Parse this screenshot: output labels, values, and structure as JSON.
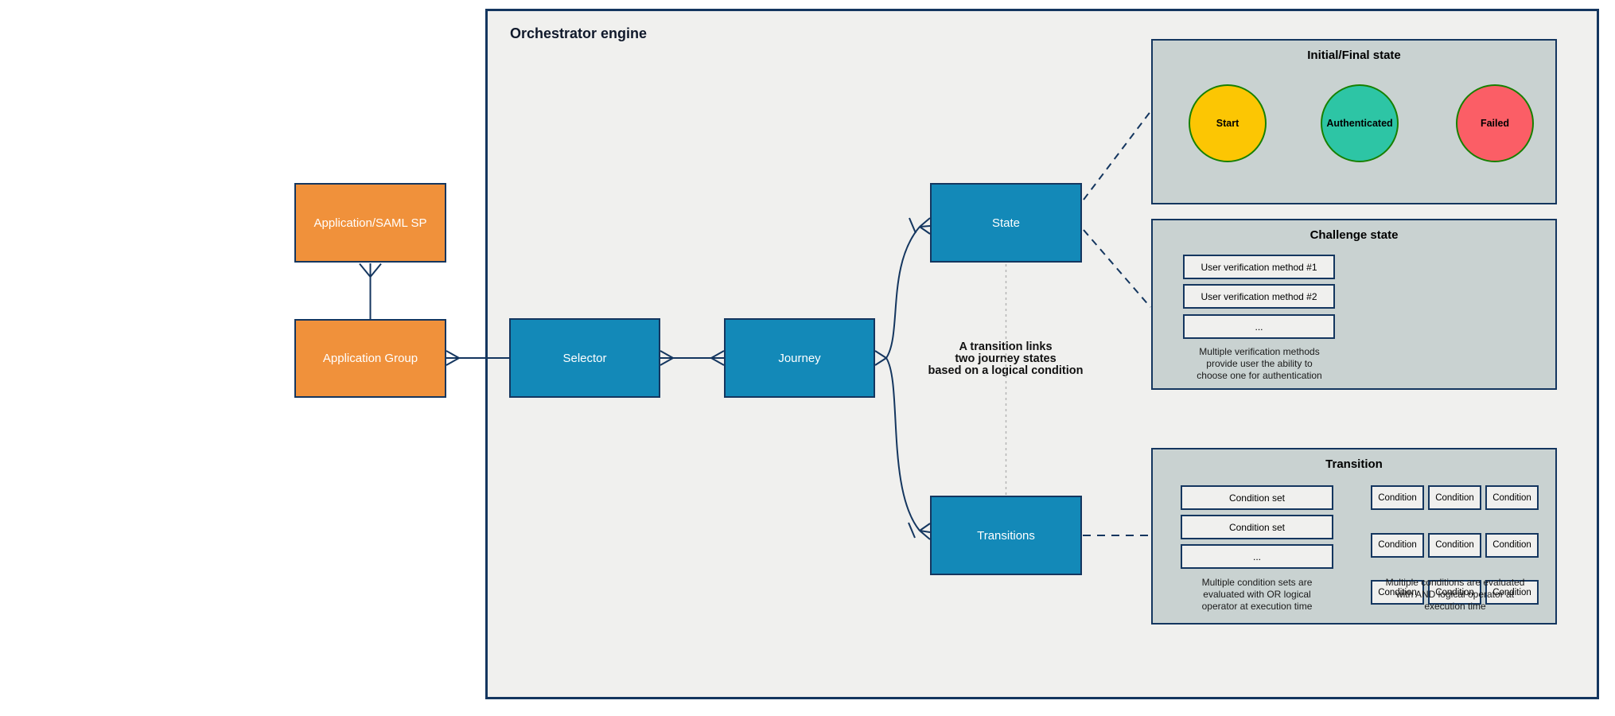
{
  "diagram": {
    "title": "Orchestrator engine",
    "nodes": {
      "app_saml": {
        "label": "Application/SAML SP"
      },
      "app_group": {
        "label": "Application Group"
      },
      "selector": {
        "label": "Selector"
      },
      "journey": {
        "label": "Journey"
      },
      "state": {
        "label": "State"
      },
      "transitions": {
        "label": "Transitions"
      }
    },
    "annotation": [
      "A transition links",
      "two journey states",
      "based on a logical condition"
    ],
    "panels": {
      "initial_final": {
        "title": "Initial/Final state",
        "states": [
          {
            "label": "Start",
            "color": "#fcc603"
          },
          {
            "label": "Authenticated",
            "color": "#2dc5a5"
          },
          {
            "label": "Failed",
            "color": "#fb5e66"
          }
        ]
      },
      "challenge": {
        "title": "Challenge state",
        "methods": [
          "User verification method #1",
          "User verification method #2",
          "..."
        ],
        "caption": [
          "Multiple verification methods",
          "provide user the ability to",
          "choose one for authentication"
        ]
      },
      "transition": {
        "title": "Transition",
        "condition_sets": [
          "Condition set",
          "Condition set",
          "..."
        ],
        "conditions": [
          [
            "Condition",
            "Condition",
            "Condition"
          ],
          [
            "Condition",
            "Condition",
            "Condition"
          ],
          [
            "Condition",
            "Condition",
            "Condition"
          ]
        ],
        "caption_left": [
          "Multiple condition sets are",
          "evaluated with OR logical",
          "operator at execution time"
        ],
        "caption_right": [
          "Multiple conditions are evaluated",
          "with AND logical operator at",
          "execution time"
        ]
      }
    },
    "colors": {
      "navy_border": "#14365f",
      "node_blue": "#1389b8",
      "node_orange": "#f0913b",
      "panel_bg": "#c9d2d1",
      "canvas_bg": "#f0f0ee",
      "start_fill": "#fcc603",
      "authenticated_fill": "#2dc5a5",
      "failed_fill": "#fb5e66",
      "circle_border_green": "#178000"
    }
  }
}
